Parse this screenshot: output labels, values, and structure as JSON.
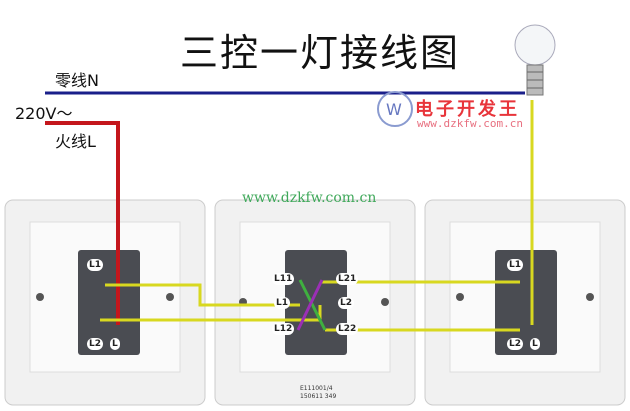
{
  "title": "三控一灯接线图",
  "labels": {
    "neutral": "零线N",
    "voltage": "220V～",
    "live": "火线L"
  },
  "watermark": {
    "brand": "电子开发王",
    "url": "www.dzkfw.com.cn",
    "center_url": "www.dzkfw.com.cn"
  },
  "switches": {
    "left": {
      "terminals": [
        "L1",
        "L2",
        "L"
      ]
    },
    "middle": {
      "terminals": [
        "L11",
        "L21",
        "L1",
        "L2",
        "L12",
        "L22"
      ],
      "model": "E111001/4",
      "serial": "150611 349"
    },
    "right": {
      "terminals": [
        "L1",
        "L2",
        "L"
      ]
    }
  },
  "colors": {
    "neutral": "#1a1f8a",
    "live": "#c4161c",
    "switched": "#d8d820",
    "cross1": "#3fb03f",
    "cross2": "#9b2fb5"
  }
}
